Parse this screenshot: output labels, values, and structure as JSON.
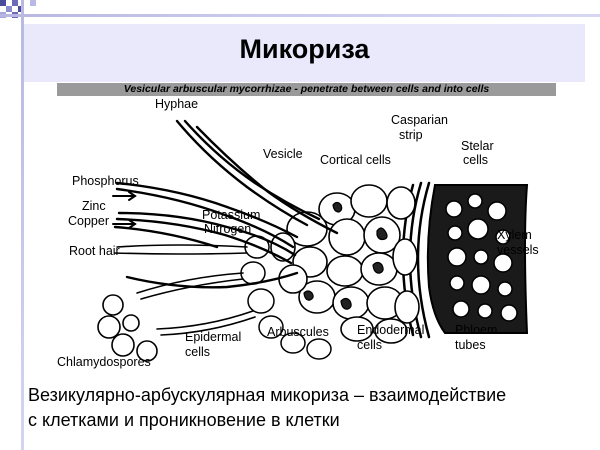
{
  "slide": {
    "title": "Микориза",
    "caption_line1": "Везикулярно-арбускулярная микориза – взаимодействие",
    "caption_line2": "с клетками и проникновение в клетки"
  },
  "figure": {
    "header": "Vesicular arbuscular mycorrhizae - penetrate between cells and into cells",
    "labels": {
      "hyphae": "Hyphae",
      "vesicle": "Vesicle",
      "cortical_cells": "Cortical cells",
      "casparian_strip_1": "Casparian",
      "casparian_strip_2": "strip",
      "stelar_cells_1": "Stelar",
      "stelar_cells_2": "cells",
      "phosphorus": "Phosphorus",
      "zinc": "Zinc",
      "copper": "Copper",
      "potassium": "Potassium",
      "nitrogen": "Nitrogen",
      "root_hair": "Root hair",
      "xylem_vessels_1": "Xylem",
      "xylem_vessels_2": "vessels",
      "epidermal_cells_1": "Epidermal",
      "epidermal_cells_2": "cells",
      "arbuscules": "Arbuscules",
      "endodermal_cells_1": "Endodermal",
      "endodermal_cells_2": "cells",
      "phloem_tubes_1": "Phloem",
      "phloem_tubes_2": "tubes",
      "chlamydospores": "Chlamydospores"
    }
  },
  "colors": {
    "accent_bar": "#c9c9ee",
    "title_band": "#e9e9fb",
    "figure_header": "#9a9a9a"
  }
}
